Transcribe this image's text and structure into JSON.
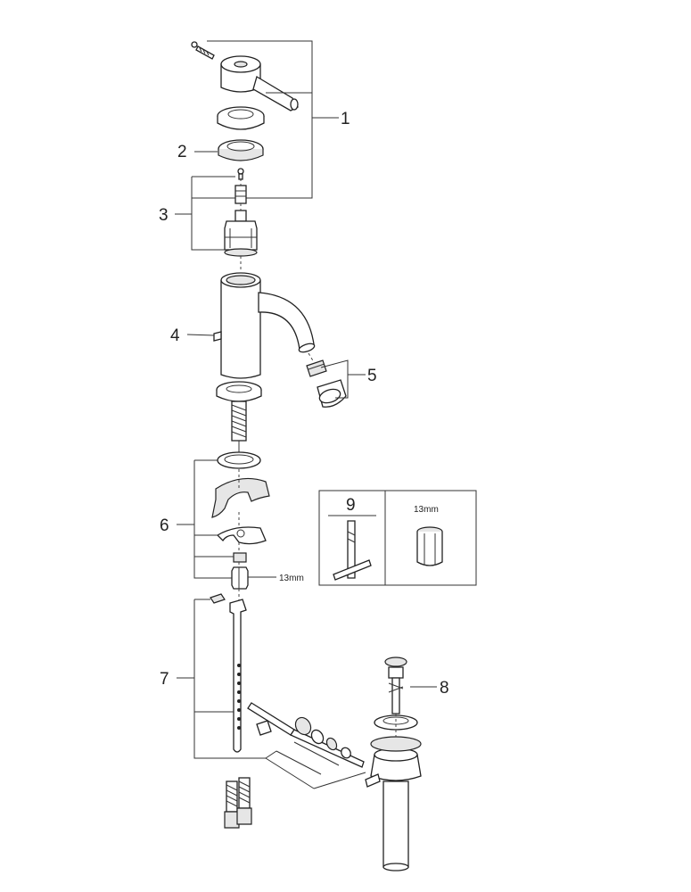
{
  "callouts": {
    "c1": "1",
    "c2": "2",
    "c3": "3",
    "c4": "4",
    "c5": "5",
    "c6": "6",
    "c7": "7",
    "c8": "8",
    "c9": "9"
  },
  "dimensions": {
    "nut_size": "13mm",
    "inset_nut_size": "13mm"
  }
}
